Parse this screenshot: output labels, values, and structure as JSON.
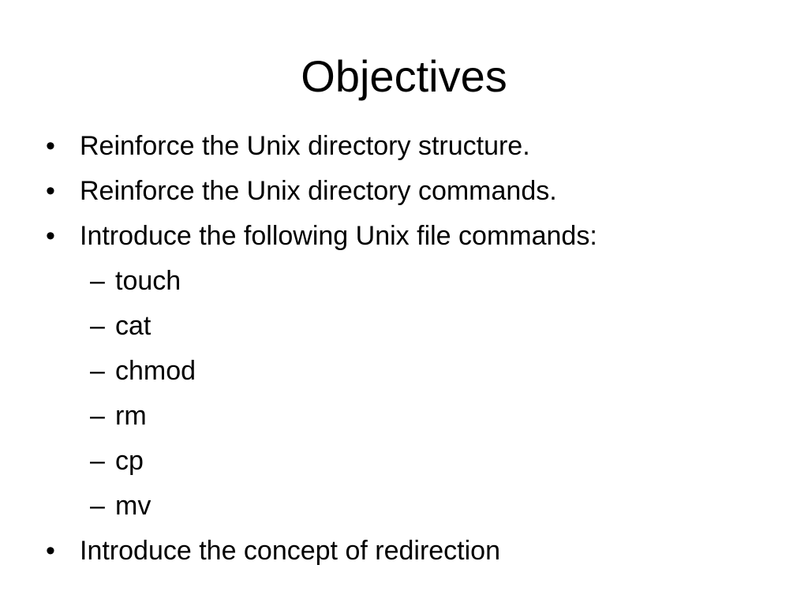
{
  "slide": {
    "title": "Objectives",
    "bullet_char": "•",
    "dash_char": "–",
    "items": [
      {
        "level": 1,
        "text": "Reinforce the Unix directory structure."
      },
      {
        "level": 1,
        "text": "Reinforce the Unix directory commands."
      },
      {
        "level": 1,
        "text": "Introduce the following Unix file commands:"
      },
      {
        "level": 2,
        "text": "touch"
      },
      {
        "level": 2,
        "text": "cat"
      },
      {
        "level": 2,
        "text": "chmod"
      },
      {
        "level": 2,
        "text": "rm"
      },
      {
        "level": 2,
        "text": "cp"
      },
      {
        "level": 2,
        "text": "mv"
      },
      {
        "level": 1,
        "text": "Introduce the concept of redirection"
      }
    ]
  }
}
